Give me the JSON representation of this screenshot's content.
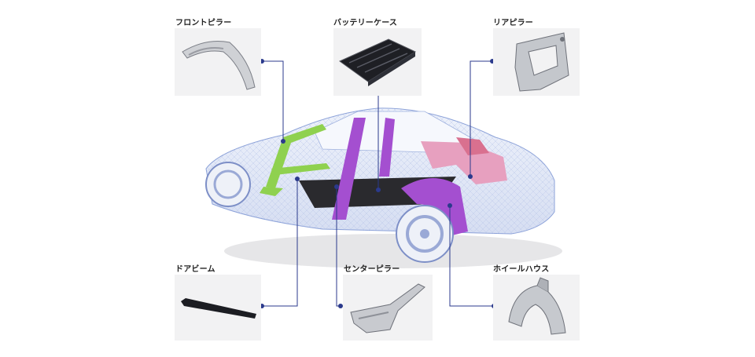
{
  "parts": {
    "front_pillar": {
      "label": "フロントピラー",
      "icon": "front-pillar-part"
    },
    "battery_case": {
      "label": "バッテリーケース",
      "icon": "battery-case-part"
    },
    "rear_pillar": {
      "label": "リアピラー",
      "icon": "rear-pillar-part"
    },
    "door_beam": {
      "label": "ドアビーム",
      "icon": "door-beam-part"
    },
    "center_pillar": {
      "label": "センターピラー",
      "icon": "center-pillar-part"
    },
    "wheel_house": {
      "label": "ホイールハウス",
      "icon": "wheel-house-part"
    }
  },
  "colors": {
    "leader_line": "#2b3a8c",
    "highlight_green": "#8fd14f",
    "highlight_purple": "#a44fd0",
    "highlight_pink": "#e7a0bf",
    "car_wireframe": "#8aa0d8",
    "thumb_bg": "#f2f2f3"
  }
}
